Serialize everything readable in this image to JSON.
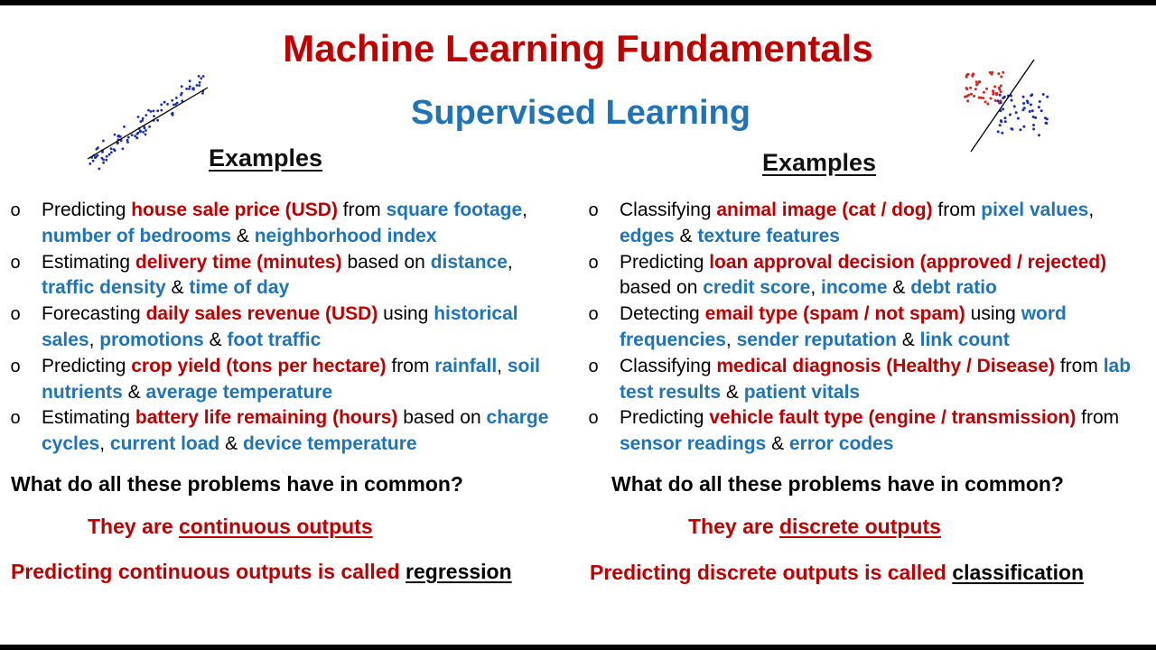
{
  "title": "Machine Learning Fundamentals",
  "subtitle": "Supervised Learning",
  "colors": {
    "red": "#c00000",
    "blue": "#1f74b8",
    "black": "#000000",
    "class_a": "#e02020",
    "class_b": "#1a2db0",
    "scatter": "#1a2db0"
  },
  "left": {
    "examples_heading": "Examples",
    "items": [
      {
        "segments": [
          {
            "text": "Predicting ",
            "style": "plain"
          },
          {
            "text": "house sale price (USD)",
            "style": "red"
          },
          {
            "text": " from ",
            "style": "plain"
          },
          {
            "text": "square footage",
            "style": "blue"
          },
          {
            "text": ", ",
            "style": "plain"
          },
          {
            "text": "number of bedrooms",
            "style": "blue"
          },
          {
            "text": " & ",
            "style": "plain"
          },
          {
            "text": "neighborhood index",
            "style": "blue"
          }
        ]
      },
      {
        "segments": [
          {
            "text": "Estimating ",
            "style": "plain"
          },
          {
            "text": "delivery time (minutes)",
            "style": "red"
          },
          {
            "text": " based on ",
            "style": "plain"
          },
          {
            "text": "distance",
            "style": "blue"
          },
          {
            "text": ", ",
            "style": "plain"
          },
          {
            "text": "traffic density",
            "style": "blue"
          },
          {
            "text": " & ",
            "style": "plain"
          },
          {
            "text": "time of day",
            "style": "blue"
          }
        ]
      },
      {
        "segments": [
          {
            "text": "Forecasting ",
            "style": "plain"
          },
          {
            "text": "daily sales revenue (USD)",
            "style": "red"
          },
          {
            "text": " using ",
            "style": "plain"
          },
          {
            "text": "historical sales",
            "style": "blue"
          },
          {
            "text": ", ",
            "style": "plain"
          },
          {
            "text": "promotions",
            "style": "blue"
          },
          {
            "text": " & ",
            "style": "plain"
          },
          {
            "text": "foot traffic",
            "style": "blue"
          }
        ]
      },
      {
        "segments": [
          {
            "text": "Predicting ",
            "style": "plain"
          },
          {
            "text": "crop yield (tons per hectare)",
            "style": "red"
          },
          {
            "text": " from ",
            "style": "plain"
          },
          {
            "text": "rainfall",
            "style": "blue"
          },
          {
            "text": ", ",
            "style": "plain"
          },
          {
            "text": "soil nutrients",
            "style": "blue"
          },
          {
            "text": " & ",
            "style": "plain"
          },
          {
            "text": "average temperature",
            "style": "blue"
          }
        ]
      },
      {
        "segments": [
          {
            "text": "Estimating ",
            "style": "plain"
          },
          {
            "text": "battery life remaining (hours)",
            "style": "red"
          },
          {
            "text": " based on ",
            "style": "plain"
          },
          {
            "text": "charge cycles",
            "style": "blue"
          },
          {
            "text": ", ",
            "style": "plain"
          },
          {
            "text": "current load",
            "style": "blue"
          },
          {
            "text": " & ",
            "style": "plain"
          },
          {
            "text": "device temperature",
            "style": "blue"
          }
        ]
      }
    ],
    "question": "What do all these problems have in common?",
    "answer_prefix": "They are ",
    "answer_term": "continuous outputs",
    "conclusion_prefix": "Predicting continuous outputs is called ",
    "conclusion_term": "regression"
  },
  "right": {
    "examples_heading": "Examples",
    "items": [
      {
        "segments": [
          {
            "text": "Classifying ",
            "style": "plain"
          },
          {
            "text": "animal image (cat / dog)",
            "style": "red"
          },
          {
            "text": " from ",
            "style": "plain"
          },
          {
            "text": "pixel values",
            "style": "blue"
          },
          {
            "text": ", ",
            "style": "plain"
          },
          {
            "text": "edges",
            "style": "blue"
          },
          {
            "text": " & ",
            "style": "plain"
          },
          {
            "text": "texture features",
            "style": "blue"
          }
        ]
      },
      {
        "segments": [
          {
            "text": "Predicting ",
            "style": "plain"
          },
          {
            "text": "loan approval decision (approved / rejected)",
            "style": "red"
          },
          {
            "text": " based on ",
            "style": "plain"
          },
          {
            "text": "credit score",
            "style": "blue"
          },
          {
            "text": ", ",
            "style": "plain"
          },
          {
            "text": "income",
            "style": "blue"
          },
          {
            "text": " & ",
            "style": "plain"
          },
          {
            "text": "debt ratio",
            "style": "blue"
          }
        ]
      },
      {
        "segments": [
          {
            "text": "Detecting ",
            "style": "plain"
          },
          {
            "text": "email type (spam / not spam)",
            "style": "red"
          },
          {
            "text": " using ",
            "style": "plain"
          },
          {
            "text": "word frequencies",
            "style": "blue"
          },
          {
            "text": ", ",
            "style": "plain"
          },
          {
            "text": "sender reputation",
            "style": "blue"
          },
          {
            "text": " & ",
            "style": "plain"
          },
          {
            "text": "link count",
            "style": "blue"
          }
        ]
      },
      {
        "segments": [
          {
            "text": "Classifying ",
            "style": "plain"
          },
          {
            "text": "medical diagnosis (Healthy / Disease)",
            "style": "red"
          },
          {
            "text": " from ",
            "style": "plain"
          },
          {
            "text": "lab test results",
            "style": "blue"
          },
          {
            "text": " & ",
            "style": "plain"
          },
          {
            "text": "patient vitals",
            "style": "blue"
          }
        ]
      },
      {
        "segments": [
          {
            "text": "Predicting ",
            "style": "plain"
          },
          {
            "text": "vehicle fault type (engine / transmission)",
            "style": "red"
          },
          {
            "text": " from ",
            "style": "plain"
          },
          {
            "text": "sensor readings",
            "style": "blue"
          },
          {
            "text": " & ",
            "style": "plain"
          },
          {
            "text": "error codes",
            "style": "blue"
          }
        ]
      }
    ],
    "question": "What do all these problems have in common?",
    "answer_prefix": "They are ",
    "answer_term": "discrete outputs",
    "conclusion_prefix": "Predicting discrete outputs is called ",
    "conclusion_term": "classification"
  }
}
